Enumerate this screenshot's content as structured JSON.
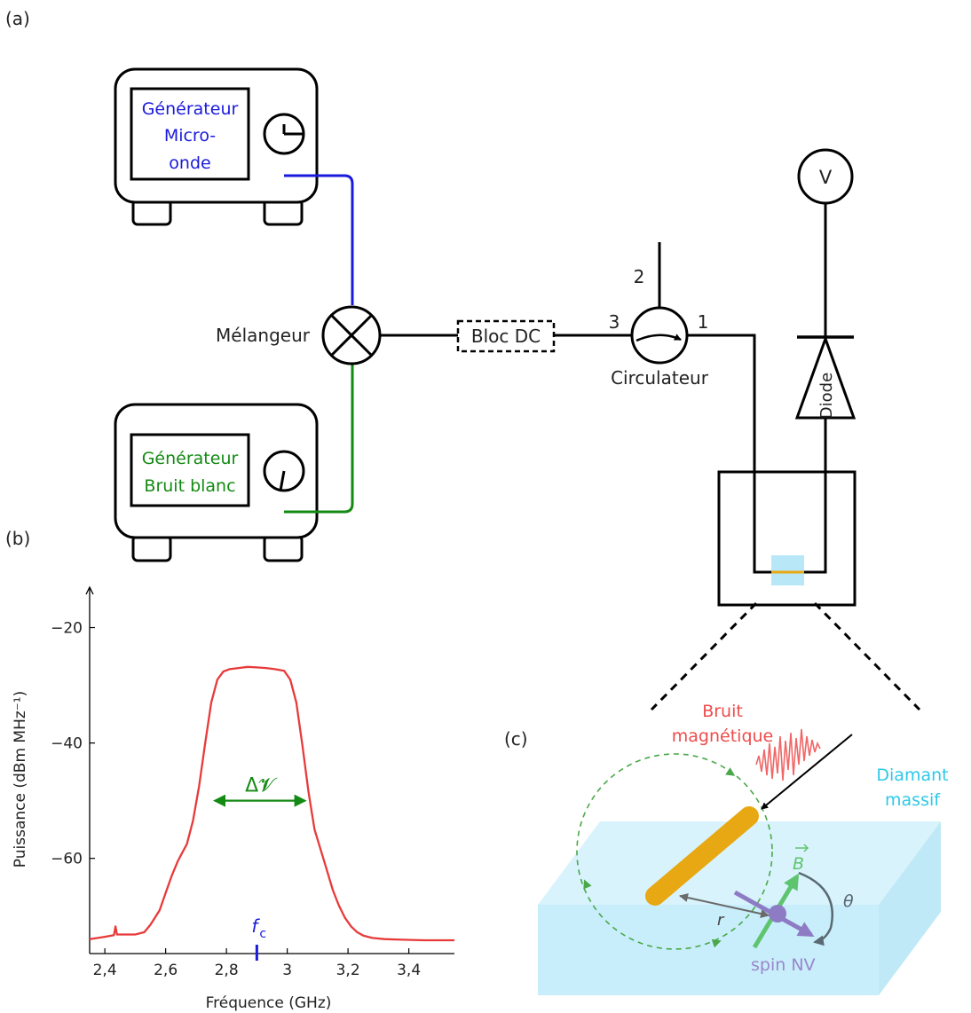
{
  "panels": {
    "a": "(a)",
    "b": "(b)",
    "c": "(c)"
  },
  "setup": {
    "microwave_generator": [
      "Générateur",
      "Micro-",
      "onde"
    ],
    "noise_generator": [
      "Générateur",
      "Bruit blanc"
    ],
    "mixer": "Mélangeur",
    "dc_block": "Bloc DC",
    "circulator": "Circulateur",
    "ports": {
      "p1": "1",
      "p2": "2",
      "p3": "3"
    },
    "voltmeter": "V",
    "diode": "Diode"
  },
  "colors": {
    "microwave": "#1a1adc",
    "noise": "#138a13",
    "spectrum": "#e83a3a",
    "wire": "#000000",
    "diamond": "#b8e8f8",
    "stripline": "#e8a813",
    "bfield": "#5fc46f",
    "spin": "#9a86cc",
    "noise_label": "#ef4b4b",
    "diamond_label": "#2ec8e8"
  },
  "inset": {
    "noise_label": [
      "Bruit",
      "magnétique"
    ],
    "diamond_label": [
      "Diamant",
      "massif"
    ],
    "b_vector": "B",
    "r": "r",
    "theta": "θ",
    "spin": "spin NV"
  },
  "chart_data": {
    "type": "line",
    "xlabel": "Fréquence (GHz)",
    "ylabel": "Puissance (dBm MHz⁻¹)",
    "xlim": [
      2.35,
      3.55
    ],
    "ylim": [
      -76.5,
      -13
    ],
    "xticks": [
      2.4,
      2.6,
      2.8,
      3.0,
      3.2,
      3.4
    ],
    "xtick_labels": [
      "2,4",
      "2,6",
      "2,8",
      "3",
      "3,2",
      "3,4"
    ],
    "yticks": [
      -60,
      -40,
      -20
    ],
    "ytick_labels": [
      "−60",
      "−40",
      "−20"
    ],
    "series": [
      {
        "x": [
          2.35,
          2.4,
          2.43,
          2.435,
          2.44,
          2.47,
          2.5,
          2.53,
          2.55,
          2.58,
          2.6,
          2.62,
          2.64,
          2.65,
          2.67,
          2.69,
          2.71,
          2.73,
          2.75,
          2.77,
          2.79,
          2.81,
          2.84,
          2.87,
          2.9,
          2.93,
          2.96,
          2.99,
          3.01,
          3.03,
          3.05,
          3.07,
          3.09,
          3.11,
          3.13,
          3.15,
          3.17,
          3.19,
          3.21,
          3.23,
          3.25,
          3.28,
          3.32,
          3.38,
          3.45,
          3.55
        ],
        "y": [
          -74,
          -73.6,
          -73.3,
          -71.8,
          -73.2,
          -73.2,
          -73.2,
          -72.8,
          -71.5,
          -69,
          -66,
          -63,
          -60.5,
          -59.5,
          -57.5,
          -53.5,
          -47.5,
          -40,
          -33,
          -29,
          -27.6,
          -27.2,
          -27,
          -26.8,
          -26.9,
          -27,
          -27.2,
          -27.5,
          -29,
          -33,
          -40.5,
          -48.5,
          -55,
          -58.5,
          -62,
          -65.5,
          -68.2,
          -70.3,
          -71.8,
          -72.8,
          -73.4,
          -73.8,
          -74,
          -74.1,
          -74.2,
          -74.2
        ]
      }
    ],
    "annotations": {
      "delta_nu": "Δ𝓥",
      "delta_nu_x": [
        2.75,
        3.07
      ],
      "delta_nu_y": -50,
      "fc_label": "f",
      "fc_sub": "c",
      "fc_x": 2.9
    }
  }
}
